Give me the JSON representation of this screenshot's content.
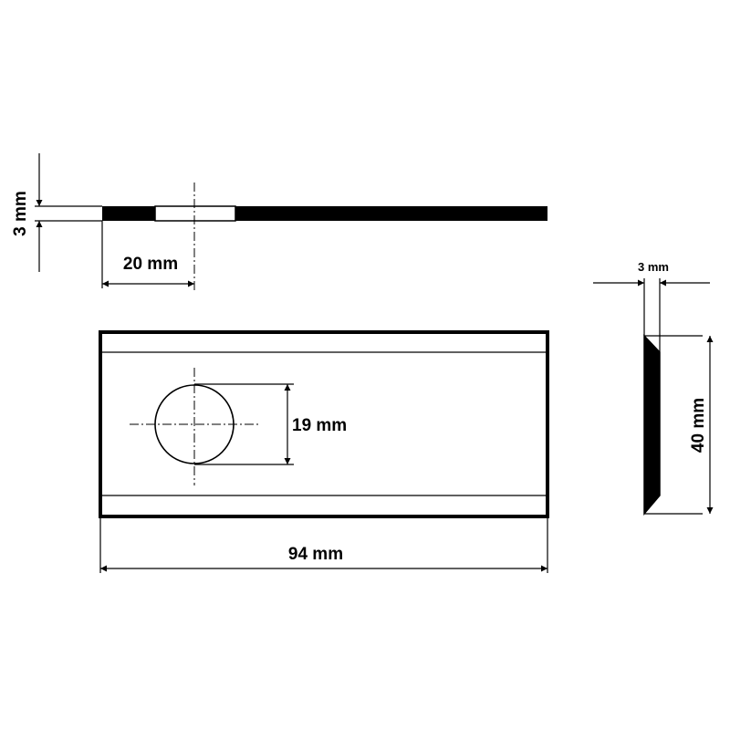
{
  "dimensions": {
    "thickness": "3 mm",
    "hole_offset": "20 mm",
    "hole_diameter": "19 mm",
    "length": "94 mm",
    "thickness_side": "3 mm",
    "width": "40 mm"
  }
}
